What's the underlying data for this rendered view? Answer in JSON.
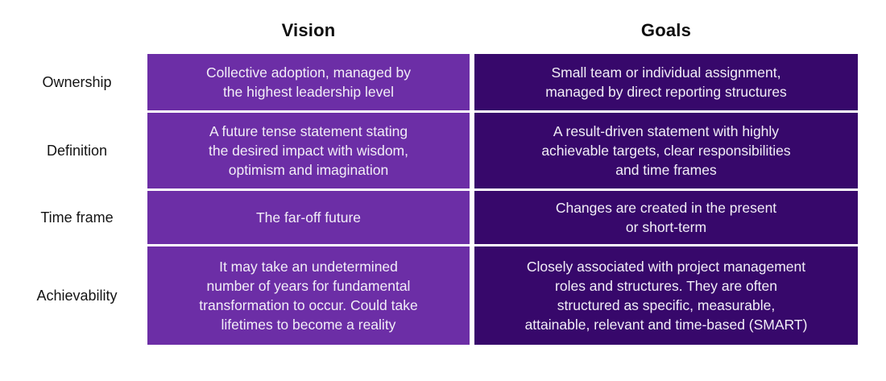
{
  "table": {
    "columns": [
      {
        "header": "Vision"
      },
      {
        "header": "Goals"
      }
    ],
    "rows": [
      {
        "label": "Ownership",
        "vision": "Collective adoption, managed by\nthe highest leadership level",
        "goals": "Small team or individual assignment,\nmanaged by direct reporting structures"
      },
      {
        "label": "Definition",
        "vision": "A future tense statement stating\nthe desired impact with wisdom,\noptimism and imagination",
        "goals": "A result-driven statement with highly\nachievable targets, clear responsibilities\nand time frames"
      },
      {
        "label": "Time frame",
        "vision": "The far-off future",
        "goals": "Changes are created in the present\nor short-term"
      },
      {
        "label": "Achievability",
        "vision": "It may take an undetermined\nnumber of years for fundamental\ntransformation to occur. Could take\nlifetimes to become a reality",
        "goals": "Closely associated with project management\nroles and structures. They are often\nstructured as specific, measurable,\nattainable, relevant and time-based (SMART)"
      }
    ],
    "colors": {
      "vision_fill": "#6c2ea6",
      "goals_fill": "#37086b",
      "cell_text": "#f2eef7",
      "label_text": "#141414",
      "header_text": "#0d0d0d"
    }
  }
}
